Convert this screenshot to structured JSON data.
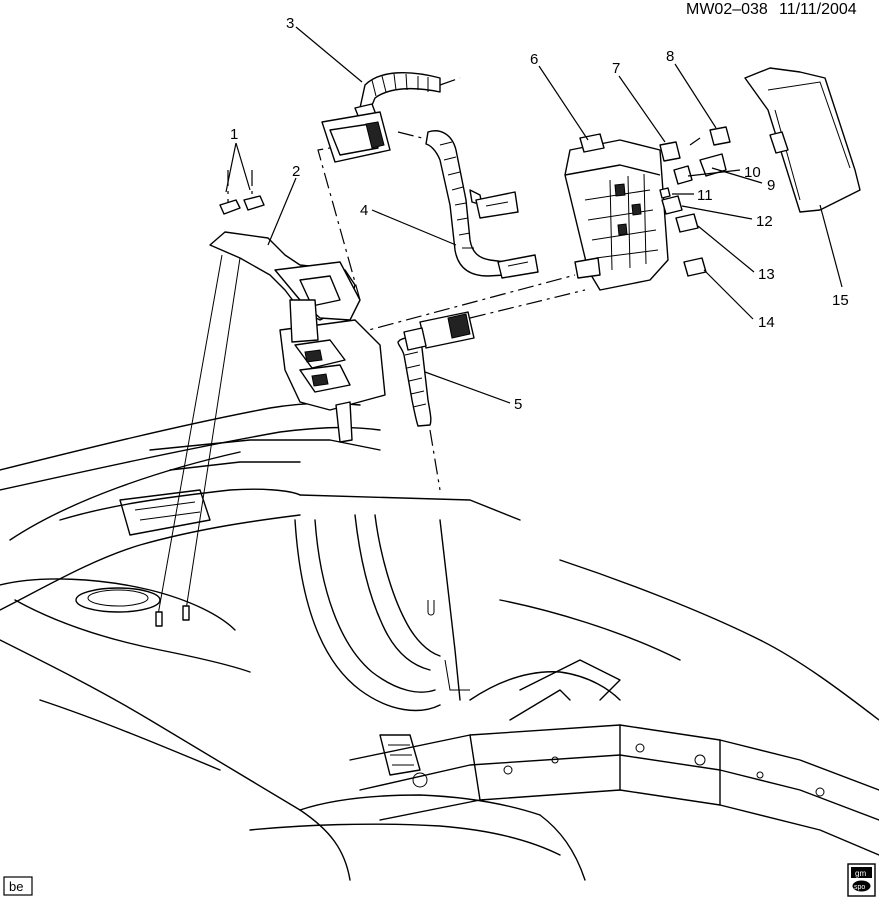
{
  "header": {
    "ref": "MW02–038",
    "date": "11/11/2004"
  },
  "callouts": [
    "1",
    "2",
    "3",
    "4",
    "5",
    "6",
    "7",
    "8",
    "9",
    "10",
    "11",
    "12",
    "13",
    "14",
    "15"
  ],
  "footer": {
    "badge_code": "be",
    "logo_top": "gm",
    "logo_bottom": "spo"
  }
}
